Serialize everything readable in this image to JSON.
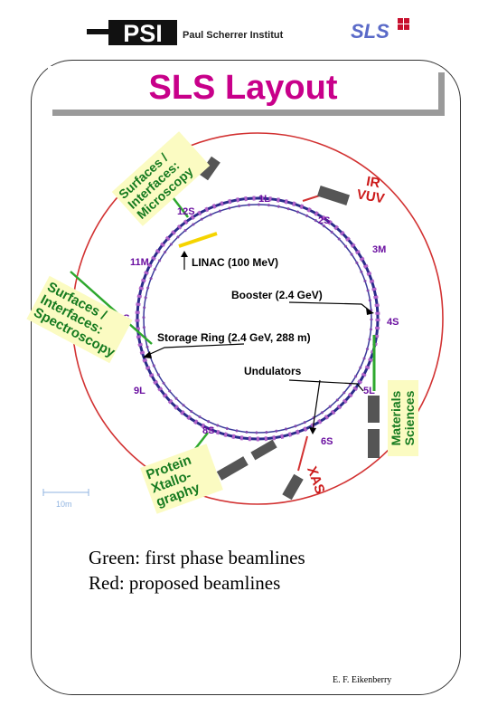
{
  "header": {
    "logo_left": "PSI",
    "institute": "Paul Scherrer Institut",
    "logo_right": "SLS"
  },
  "title": "SLS Layout",
  "diagram": {
    "sections": [
      "1L",
      "2S",
      "3M",
      "4S",
      "5L",
      "6S",
      "8S",
      "9L",
      "10S",
      "11M",
      "12S"
    ],
    "components": {
      "linac": "LINAC (100 MeV)",
      "booster": "Booster (2.4 GeV)",
      "storage_ring": "Storage Ring (2.4 GeV, 288 m)",
      "undulators": "Undulators"
    },
    "beamlines_green": {
      "surfaces_top": [
        "Surfaces /",
        "Interfaces:",
        "Microscopy"
      ],
      "surfaces_left": [
        "Surfaces /",
        "Interfaces:",
        "Spectroscopy"
      ],
      "protein": [
        "Protein",
        "Xtallo-",
        "graphy"
      ],
      "materials": [
        "Materials",
        "Sciences"
      ]
    },
    "beamlines_red": {
      "ir_vuv": [
        "IR",
        "VUV"
      ],
      "xas": "XAS"
    },
    "scale": "10m"
  },
  "legend": {
    "green": "Green: first phase beamlines",
    "red": "Red: proposed beamlines"
  },
  "credit": "E. F. Eikenberry",
  "colors": {
    "title": "#c8008a",
    "green_line": "#2ea82e",
    "red_line": "#d23232",
    "ring": "#2a2a8a",
    "section_label": "#6a0fa0"
  }
}
